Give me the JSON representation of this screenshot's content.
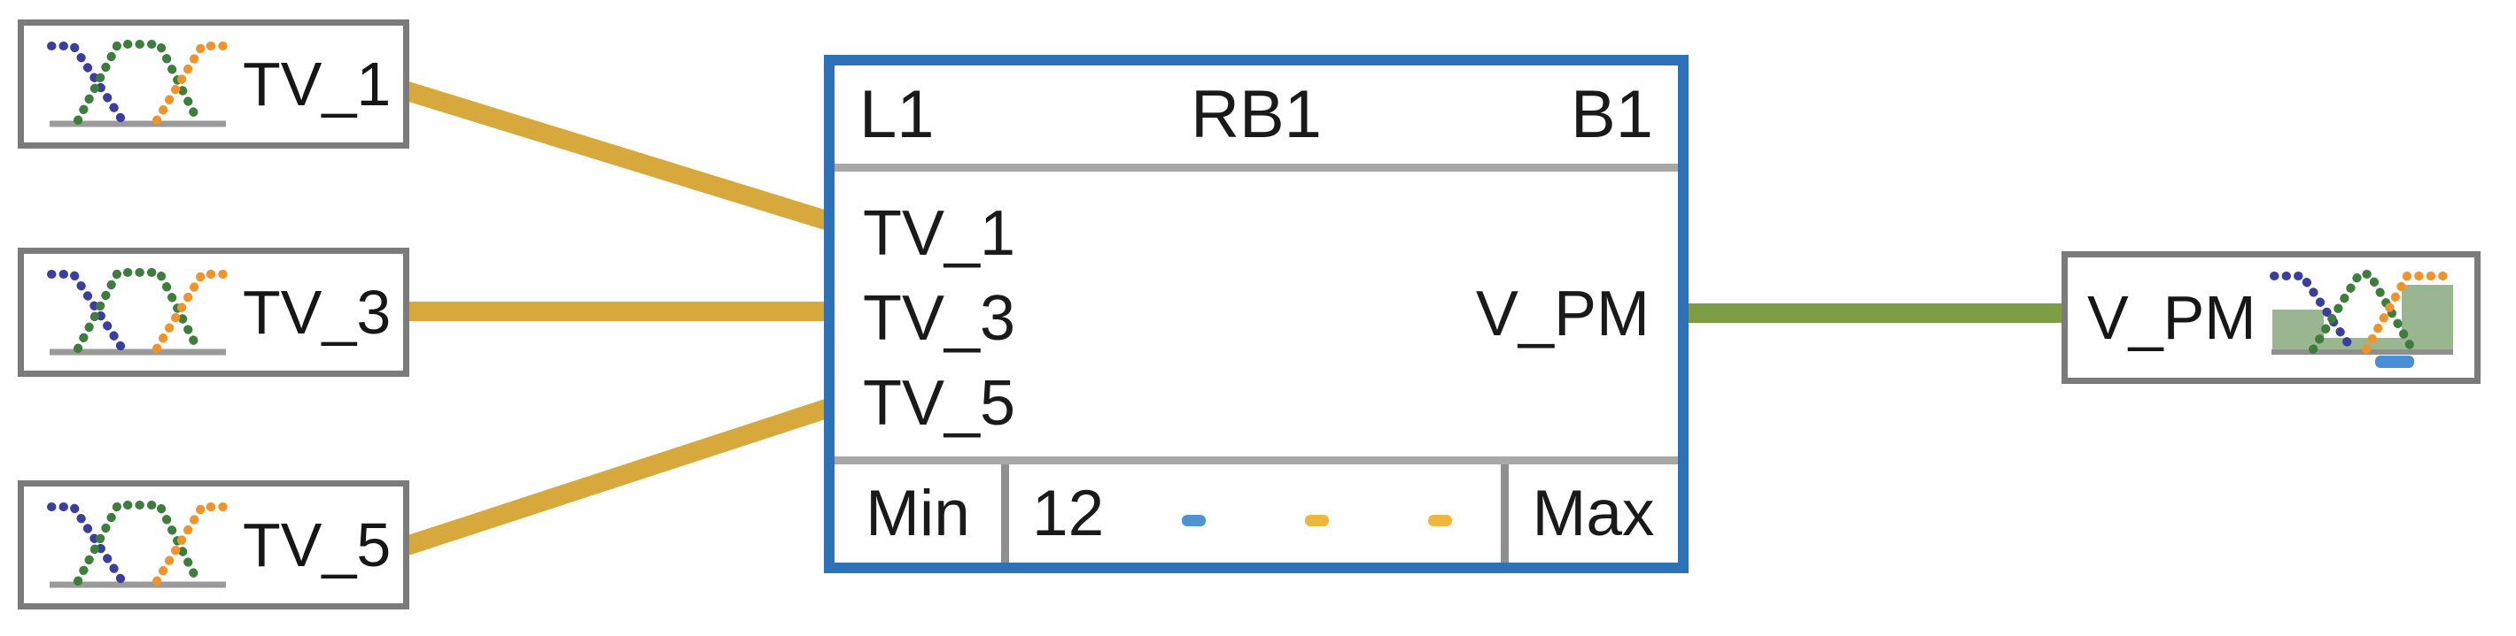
{
  "diagram_title": "fuzzy-rule-block-diagram",
  "inputs": [
    {
      "label": "TV_1"
    },
    {
      "label": "TV_3"
    },
    {
      "label": "TV_5"
    }
  ],
  "rule_block": {
    "header_left": "L1",
    "header_center": "RB1",
    "header_right": "B1",
    "input_rows": [
      {
        "label": "TV_1"
      },
      {
        "label": "TV_3"
      },
      {
        "label": "TV_5"
      }
    ],
    "output_label": "V_PM",
    "footer": {
      "min_label": "Min",
      "rule_count": "12",
      "max_label": "Max",
      "dash_colors": [
        "#4d94d1",
        "#eeb63f",
        "#eeb63f"
      ]
    }
  },
  "output": {
    "label": "V_PM"
  },
  "icons": {
    "input_icon": "membership-functions-icon",
    "output_icon": "membership-functions-filled-icon"
  },
  "colors": {
    "input_wire": "#d7a83b",
    "output_wire": "#7d9d44",
    "rule_block_border": "#2d72b8",
    "io_block_border": "#7b7b7b",
    "divider_gray": "#a8a8a8",
    "mf_blue": "#3a3f9e",
    "mf_green": "#3e7d3e",
    "mf_orange": "#f0932a",
    "mf_baseline": "#9a9a9a",
    "mf_fill_green": "#87a97d",
    "mf_marker_blue": "#4a8fd3",
    "text": "#1a1a1a"
  }
}
